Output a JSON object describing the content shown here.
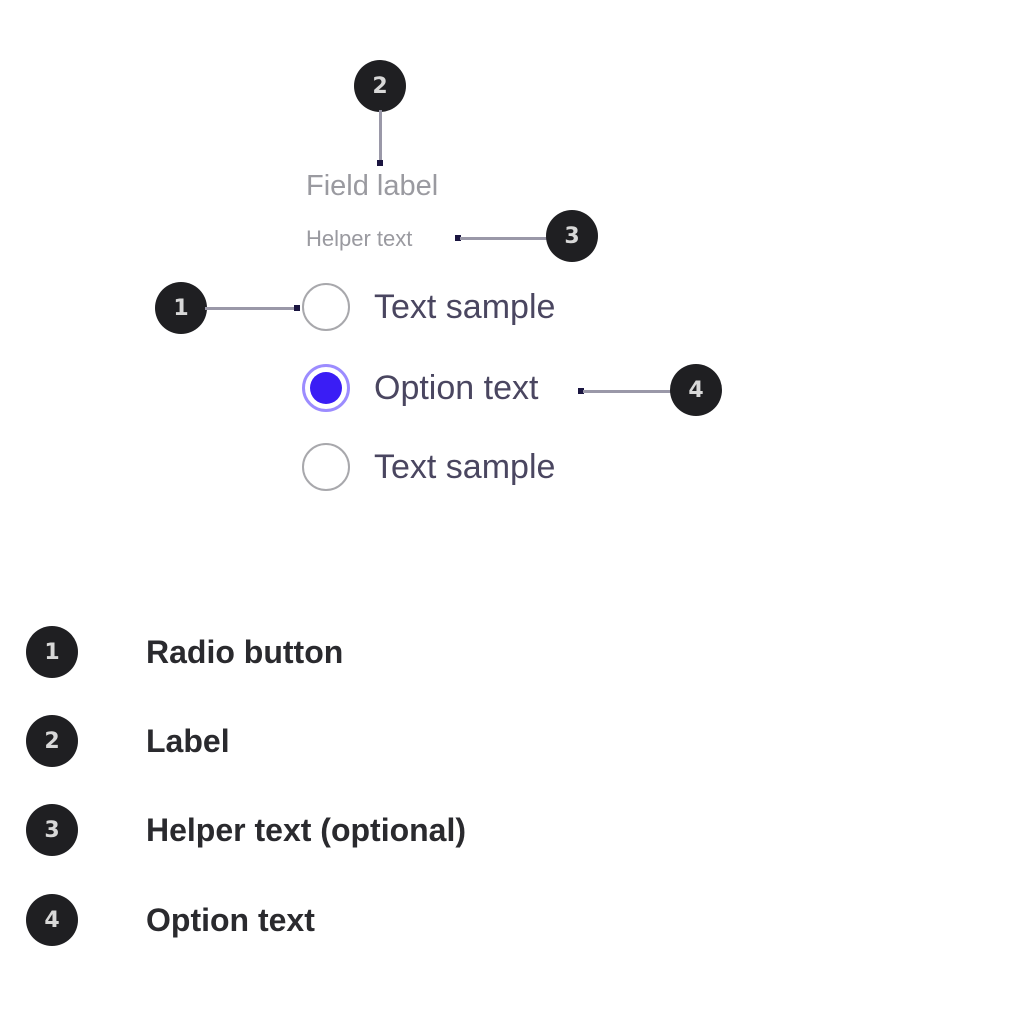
{
  "diagram": {
    "field_label": "Field label",
    "helper_text": "Helper text",
    "options": [
      {
        "label": "Text sample",
        "checked": false
      },
      {
        "label": "Option text",
        "checked": true
      },
      {
        "label": "Text sample",
        "checked": false
      }
    ],
    "callouts": [
      "1",
      "2",
      "3",
      "4"
    ],
    "accent_color": "#3a1df5"
  },
  "legend": [
    {
      "number": "1",
      "label": "Radio button"
    },
    {
      "number": "2",
      "label": "Label"
    },
    {
      "number": "3",
      "label": "Helper text (optional)"
    },
    {
      "number": "4",
      "label": "Option text"
    }
  ]
}
